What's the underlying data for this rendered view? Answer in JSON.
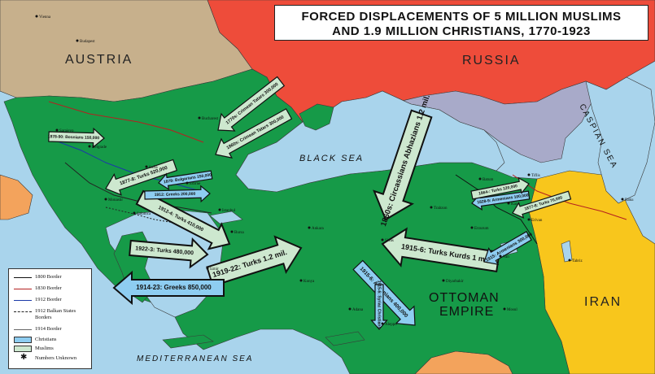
{
  "title": {
    "line1": "FORCED DISPLACEMENTS OF 5 MILLION MUSLIMS",
    "line2": "AND 1.9 MILLION CHRISTIANS, 1770-1923"
  },
  "colors": {
    "sea": "#a9d4ec",
    "ottoman_green": "#169a48",
    "russia": "#ee4c3a",
    "austria": "#c7b08c",
    "iran": "#f8c61c",
    "caucasus_gray": "#a8aac9",
    "muslim_arrow": "#cde8cf",
    "christian_arrow": "#8ecdf1",
    "orange_land": "#f3a35c"
  },
  "labels": {
    "austria": "AUSTRIA",
    "russia": "RUSSIA",
    "black_sea": "BLACK SEA",
    "caspian_sea": "CASPIAN SEA",
    "ottoman_empire_1": "OTTOMAN",
    "ottoman_empire_2": "EMPIRE",
    "iran": "IRAN",
    "mediterranean": "MEDITERRANEAN SEA"
  },
  "cities": [
    "Vienna",
    "Budapest",
    "Bucharest",
    "Sarajevo",
    "Belgrade",
    "Sofia",
    "Edirne",
    "Istanbul",
    "Monastir",
    "Salonica",
    "Bursa",
    "Ankara",
    "Izmir",
    "Konya",
    "Adana",
    "Aleppo",
    "Sivas",
    "Trabzon",
    "Erzurum",
    "Diyarbakir",
    "Mosul",
    "Kars",
    "Batum",
    "Tiflis",
    "Erivan",
    "Baku",
    "Tabriz",
    "Van"
  ],
  "arrows": [
    {
      "label": "1860s: Circassians Abhazians 1.2 mil.",
      "type": "muslim"
    },
    {
      "label": "1915-6: Turks Kurds 1 mil.",
      "type": "muslim"
    },
    {
      "label": "1919-22: Turks 1.2 mil.",
      "type": "muslim"
    },
    {
      "label": "1922-3: Turks 480,000",
      "type": "muslim"
    },
    {
      "label": "1914-23: Greeks 850,000",
      "type": "christian"
    },
    {
      "label": "1915-6: Armenians 400,000",
      "type": "christian"
    },
    {
      "label": "1877-8: Turks 520,000",
      "type": "muslim"
    },
    {
      "label": "1912-4: Turks 410,000",
      "type": "muslim"
    },
    {
      "label": "1860s: Crimean Tatars 300,000",
      "type": "muslim"
    },
    {
      "label": "1770s: Crimean Tatars 300,000",
      "type": "muslim"
    },
    {
      "label": "1878: Bulgarians 150,000",
      "type": "christian"
    },
    {
      "label": "1912: Greeks 200,000",
      "type": "christian"
    },
    {
      "label": "1915: Armenians 300,000",
      "type": "christian"
    },
    {
      "label": "1878-90: Bosnians 150,000",
      "type": "muslim"
    },
    {
      "label": "1828-9: Armenians 100,000",
      "type": "christian"
    },
    {
      "label": "1877-8: Turks 70,000",
      "type": "muslim"
    },
    {
      "label": "1864-: Turks 120,000",
      "type": "muslim"
    },
    {
      "label": "1915-6: Syriac Christians",
      "type": "christian"
    }
  ],
  "legend": {
    "b1800": "1800 Border",
    "b1830": "1830 Border",
    "b1912": "1912 Border",
    "balkan": "1912 Balkan States Borders",
    "b1914": "1914 Border",
    "christians": "Christians",
    "muslims": "Muslims",
    "unknown": "Numbers Unknown"
  }
}
